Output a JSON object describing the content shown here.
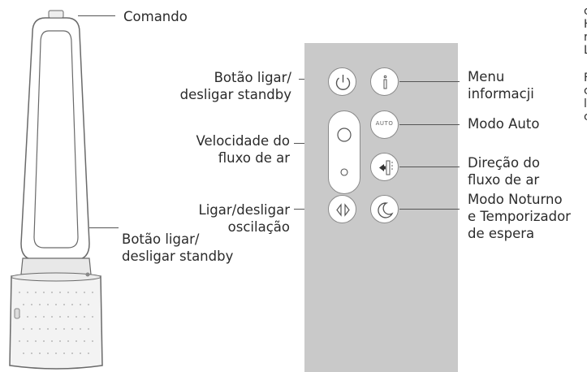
{
  "labels": {
    "comando": "Comando",
    "power_top_1": "Botão ligar/",
    "power_top_2": "desligar standby",
    "speed_1": "Velocidade do",
    "speed_2": "fluxo de ar",
    "osc_1": "Ligar/desligar",
    "osc_2": "oscilação",
    "power_bottom_1": "Botão ligar/",
    "power_bottom_2": "desligar standby",
    "menu_1": "Menu",
    "menu_2": "informacji",
    "auto": "Modo Auto",
    "direction_1": "Direção do",
    "direction_2": "fluxo de ar",
    "night_1": "Modo Noturno",
    "night_2": "e Temporizador",
    "night_3": "de espera"
  },
  "remote": {
    "auto_button_text": "AUTO"
  },
  "icons": [
    "power-icon",
    "info-icon",
    "auto-icon",
    "airflow-direction-icon",
    "oscillation-icon",
    "moon-icon"
  ],
  "colors": {
    "remote_body": "#c9c9c9",
    "text": "#2b2b2b",
    "button": "#ffffff"
  },
  "clipped_text": [
    "c",
    "H",
    "r",
    "L",
    "F",
    "c",
    "l",
    "c"
  ]
}
